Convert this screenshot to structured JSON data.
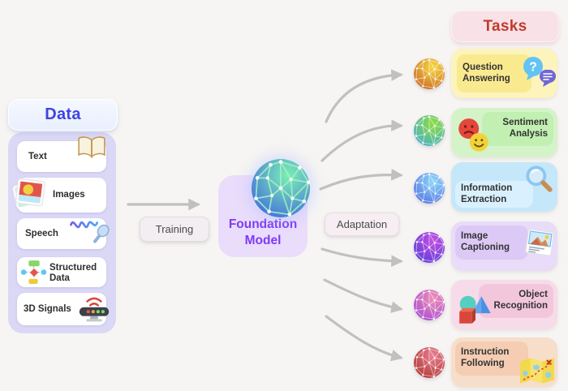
{
  "canvas": {
    "bg": "#f7f5f3"
  },
  "arrows": {
    "color": "#c2c0be",
    "training_label": "Training",
    "adaptation_label": "Adaptation"
  },
  "data_section": {
    "header": "Data",
    "header_text_color": "#3d43e3",
    "panel_bg": "#dbd8f6",
    "items": [
      {
        "label": "Text",
        "icon": "book-icon"
      },
      {
        "label": "Images",
        "icon": "photos-icon"
      },
      {
        "label": "Speech",
        "icon": "speech-wave-mic-icon"
      },
      {
        "label": "Structured Data",
        "icon": "flowchart-icon"
      },
      {
        "label": "3D Signals",
        "icon": "sensor-icon"
      }
    ]
  },
  "foundation": {
    "label": "Foundation Model",
    "box_bg": "#eadcfb",
    "text_color": "#7d3bf5",
    "sphere_top": "#7af0b4",
    "sphere_bottom": "#3b55e6"
  },
  "tasks_section": {
    "header": "Tasks",
    "header_bg": "#f8e1e7",
    "header_text_color": "#c03b2d",
    "items": [
      {
        "label": "Question Answering",
        "icon": "chat-bubbles-icon",
        "card_bg": "#fcf4bc",
        "inner_bg": "#f9ea8f",
        "sphere_top": "#f8d943",
        "sphere_bottom": "#c2571f"
      },
      {
        "label": "Sentiment Analysis",
        "icon": "emotion-faces-icon",
        "card_bg": "#d5f3c9",
        "inner_bg": "#c2efb2",
        "sphere_top": "#8edc3c",
        "sphere_bottom": "#3aa8e0"
      },
      {
        "label": "Information Extraction",
        "icon": "magnifier-icon",
        "card_bg": "#c5e7fa",
        "inner_bg": "#d9f1fe",
        "sphere_top": "#8fd8f8",
        "sphere_bottom": "#4a63e0"
      },
      {
        "label": "Image Captioning",
        "icon": "photo-caption-icon",
        "card_bg": "#e8dcf9",
        "inner_bg": "#ddc9f6",
        "sphere_top": "#c44fe3",
        "sphere_bottom": "#4a3ad6"
      },
      {
        "label": "Object Recognition",
        "icon": "3d-shapes-icon",
        "card_bg": "#f7dbe9",
        "inner_bg": "#f3c7db",
        "sphere_top": "#ef8fb4",
        "sphere_bottom": "#9c3fd9"
      },
      {
        "label": "Instruction Following",
        "icon": "map-route-icon",
        "card_bg": "#f7decb",
        "inner_bg": "#f4cdb2",
        "sphere_top": "#e87f93",
        "sphere_bottom": "#a82a20"
      }
    ]
  }
}
